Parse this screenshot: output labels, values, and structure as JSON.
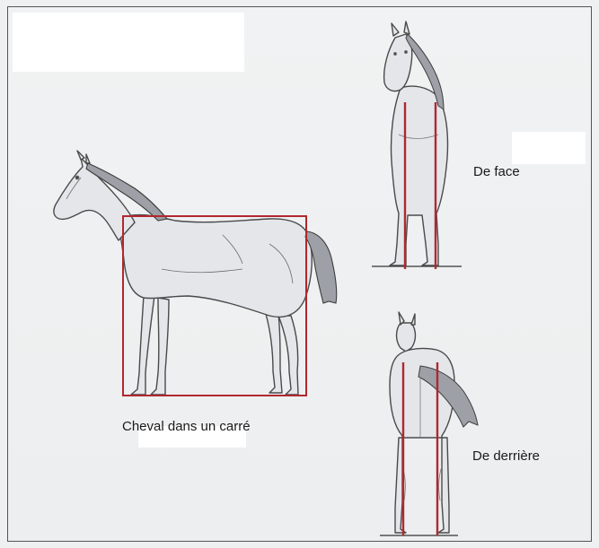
{
  "figure": {
    "captions": {
      "square": "Cheval dans un carré",
      "front": "De face",
      "rear": "De derrière"
    },
    "colors": {
      "guide_lines": "#b0282e",
      "sketch": "#4a4a4a",
      "coat": "#e4e6ea",
      "background": "#eef0f1"
    }
  }
}
